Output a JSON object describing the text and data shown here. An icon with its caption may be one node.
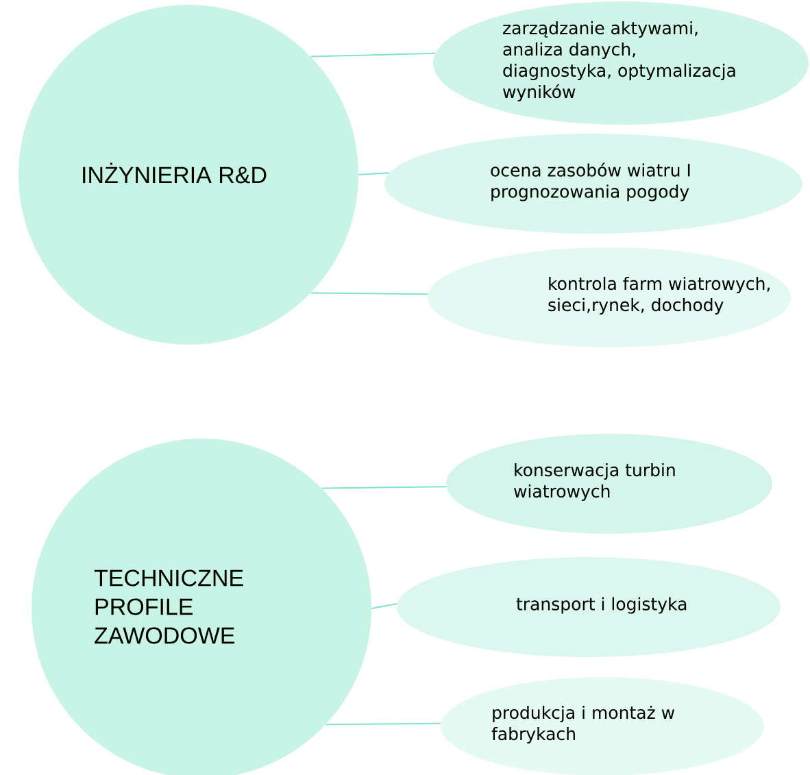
{
  "diagram": {
    "nodes": [
      {
        "text": [
          "INŻYNIERIA R&D"
        ]
      },
      {
        "text": [
          "zarządzanie aktywami, analiza danych, diagnostyka, optymalizacja wyników"
        ]
      },
      {
        "text": [
          "ocena zasobów wiatru I prognozowania pogody"
        ]
      },
      {
        "text": [
          "kontrola farm wiatrowych, sieci,rynek, dochody"
        ]
      },
      {
        "text": [
          "TECHNICZNE PROFILE ZAWODOWE"
        ]
      },
      {
        "text": [
          "konserwacja turbin wiatrowych"
        ]
      },
      {
        "text": [
          "transport i logistyka"
        ]
      },
      {
        "text": [
          "produkcja i montaż w fabrykach"
        ]
      }
    ],
    "edges": [
      {
        "from": 0,
        "to": 1,
        "arrow": "none"
      },
      {
        "from": 0,
        "to": 2,
        "arrow": "none"
      },
      {
        "from": 0,
        "to": 3,
        "arrow": "none"
      },
      {
        "from": 4,
        "to": 5,
        "arrow": "none"
      },
      {
        "from": 4,
        "to": 6,
        "arrow": "none"
      },
      {
        "from": 4,
        "to": 7,
        "arrow": "none"
      }
    ]
  }
}
